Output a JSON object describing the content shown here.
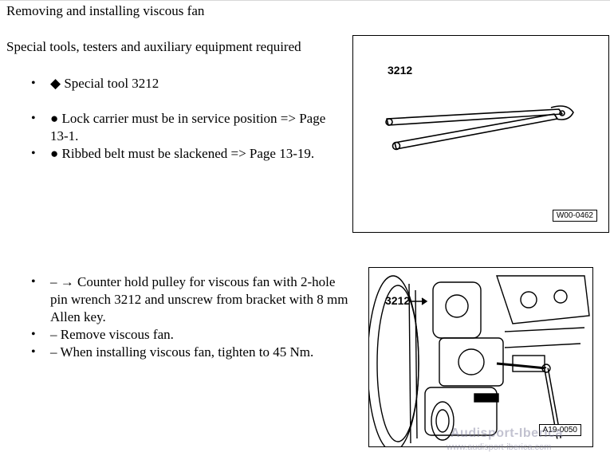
{
  "document": {
    "title": "Removing and installing viscous fan",
    "subtitle": "Special tools, testers and auxiliary equipment required",
    "requirements": [
      "◆ Special tool 3212",
      "● Lock carrier must be in service position => Page 13-1.",
      "● Ribbed belt must be slackened => Page 13-19."
    ],
    "steps": [
      "– → Counter hold pulley for viscous fan with 2-hole pin wrench 3212 and unscrew from bracket with 8 mm Allen key.",
      "– Remove viscous fan.",
      "– When installing viscous fan, tighten to 45 Nm."
    ]
  },
  "figure_tool": {
    "label": "3212",
    "code": "W00-0462"
  },
  "figure_install": {
    "label": "3212",
    "code": "A19-0050"
  },
  "watermark": {
    "brand": "Audisport-Iberica",
    "url": "www.audisport-iberica.com"
  }
}
